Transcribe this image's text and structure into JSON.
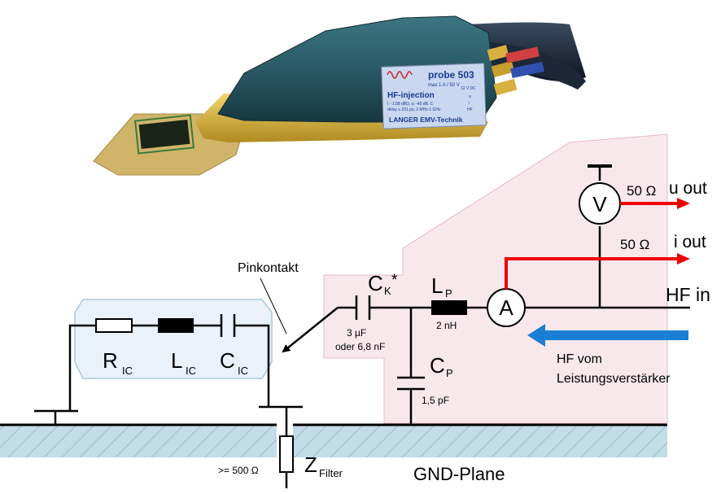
{
  "probe": {
    "name": "probe 503",
    "ratings": "max 1 A / 50 V",
    "function": "HF-injection",
    "spec_line_1": "I: -1,58 dBΩ, u: -40 dB, C",
    "spec_line_2": "delay ≤ 231 ps, 2 MHz-1 GHz",
    "manufacturer": "LANGER EMV-Technik",
    "ports": [
      "12 V DC",
      "u",
      "i",
      "HF"
    ]
  },
  "labels": {
    "pinkontakt": "Pinkontakt",
    "ck_main": "C",
    "ck_sub": "K",
    "ck_star": "*",
    "ck_value_1": "3 µF",
    "ck_value_2": "oder 6,8 nF",
    "lp_main": "L",
    "lp_sub": "P",
    "lp_value": "2 nH",
    "cp_main": "C",
    "cp_sub": "P",
    "cp_value": "1,5 pF",
    "ammeter": "A",
    "voltmeter": "V",
    "u_out_ohm": "50 Ω",
    "u_out": "u out",
    "i_out_ohm": "50 Ω",
    "i_out": "i out",
    "hf_in": "HF in",
    "hf_source_1": "HF vom",
    "hf_source_2": "Leistungsverstärker",
    "ric_main": "R",
    "ric_sub": "IC",
    "lic_main": "L",
    "lic_sub": "IC",
    "cic_main": "C",
    "cic_sub": "IC",
    "zfilter_main": "Z",
    "zfilter_sub": "Filter",
    "zfilter_value": ">= 500 Ω",
    "gnd_plane": "GND-Plane"
  },
  "colors": {
    "probe_body": "#2a5a66",
    "probe_label": "#c9d8f0",
    "pcb_gold": "#d6b23a",
    "pink_region": "#f8e8ec",
    "ic_region": "#e8f2f8",
    "gnd_fill": "#c3dde8",
    "signal_red": "#ee0000",
    "hf_arrow_blue": "#1a7fd4"
  }
}
